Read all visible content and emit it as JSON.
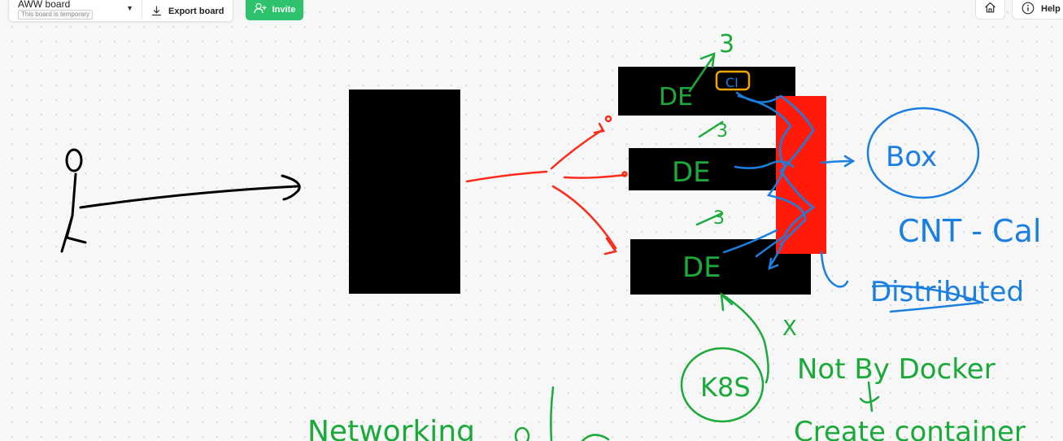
{
  "header": {
    "board_title": "AWW board",
    "temp_badge": "This board is temporary",
    "export_label": "Export board",
    "invite_label": "Invite",
    "help_label": "Help"
  },
  "canvas": {
    "annotations": {
      "de_top": "DE",
      "de_mid": "DE",
      "de_bottom": "DE",
      "num_top": "3",
      "num_mid": "3",
      "num_bottom": "3",
      "ci": "CI",
      "box": "Box",
      "cnt": "CNT - Cal",
      "distributed": "Distributed",
      "k8s": "K8S",
      "not_by_docker": "Not By Docker",
      "x_mark": "X",
      "networking": "Networking",
      "create_container": "Create container"
    },
    "colors": {
      "ink_black": "#000000",
      "ink_red": "#ff2a1a",
      "ink_green": "#1aaa3a",
      "ink_blue": "#1a7fe0",
      "ink_orange": "#f0a500",
      "invite_green": "#2dc26b"
    }
  }
}
